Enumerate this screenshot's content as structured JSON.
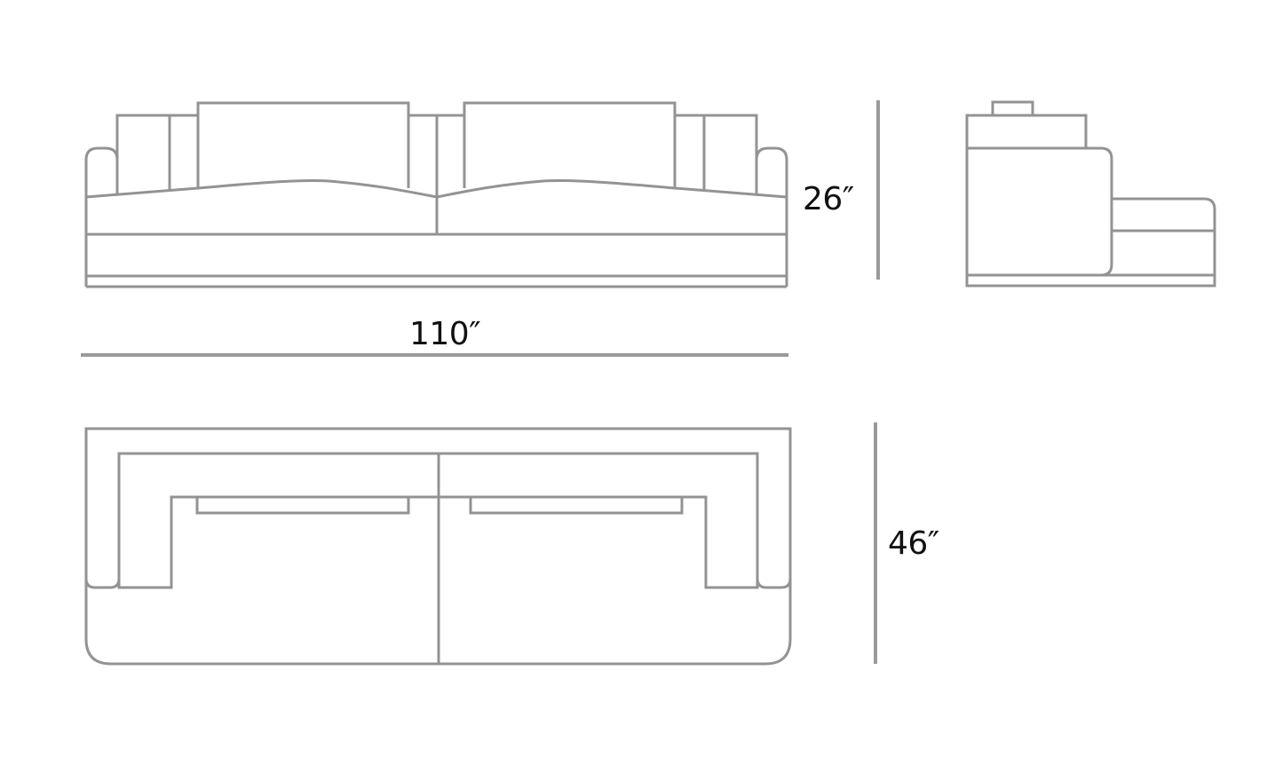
{
  "drawing": {
    "subject": "sofa dimension drawing",
    "line_color": "#939393",
    "text_color": "#111111",
    "views": [
      {
        "name": "front-elevation"
      },
      {
        "name": "side-elevation"
      },
      {
        "name": "top-plan"
      }
    ]
  },
  "dimensions": {
    "width_label": "110″",
    "height_label": "26″",
    "depth_label": "46″"
  }
}
